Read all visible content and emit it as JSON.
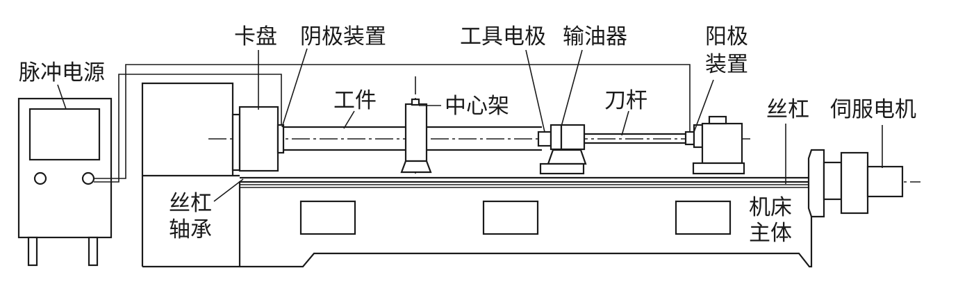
{
  "labels": {
    "pulse_power": "脉冲电源",
    "chuck": "卡盘",
    "cathode_device": "阴极装置",
    "tool_electrode": "工具电极",
    "oil_feeder": "输油器",
    "anode_device_line1": "阳极",
    "anode_device_line2": "装置",
    "workpiece": "工件",
    "center_rest": "中心架",
    "tool_bar": "刀杆",
    "lead_screw": "丝杠",
    "servo_motor": "伺服电机",
    "lead_screw_bearing_line1": "丝杠",
    "lead_screw_bearing_line2": "轴承",
    "machine_body_line1": "机床",
    "machine_body_line2": "主体"
  }
}
